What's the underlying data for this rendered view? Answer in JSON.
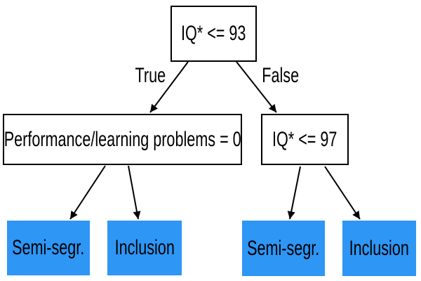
{
  "colors": {
    "leaf_fill": "#2e96f5",
    "decision_fill": "#ffffff",
    "line": "#000000",
    "text": "#000000"
  },
  "tree": {
    "root": {
      "label": "IQ* <= 93"
    },
    "branches": {
      "true_label": "True",
      "false_label": "False"
    },
    "left_child": {
      "label": "Performance/learning problems = 0"
    },
    "right_child": {
      "label": "IQ* <= 97"
    },
    "leaves": [
      {
        "label": "Semi-segr."
      },
      {
        "label": "Inclusion"
      },
      {
        "label": "Semi-segr."
      },
      {
        "label": "Inclusion"
      }
    ]
  }
}
